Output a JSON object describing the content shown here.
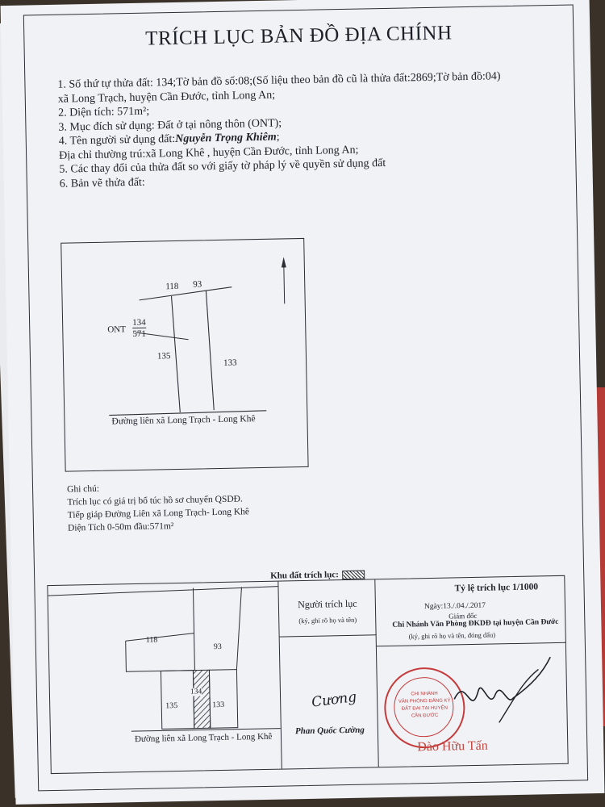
{
  "document": {
    "title": "TRÍCH LỤC BẢN ĐỒ ĐỊA CHÍNH",
    "line1": "1. Số thứ tự thửa đất: 134;Tờ bản đồ số:08;(Số liệu theo bản đồ cũ là thửa đất:2869;Tờ bản đồ:04)",
    "line1b": "xã Long Trạch, huyện Cần Đước, tỉnh Long An;",
    "line2": "2. Diện tích: 571m²;",
    "line3": "3. Mục đích sử dụng: Đất ở tại nông thôn (ONT);",
    "line4_prefix": "4. Tên người sử dụng đất:",
    "line4_name": "Nguyễn Trọng Khiêm",
    "line4_suffix": ";",
    "line4b": "Địa chỉ thường trú:xã Long Khê , huyện Cần Đước, tỉnh Long An;",
    "line5": "5. Các thay đổi của thửa đất so với giấy tờ pháp lý về quyền sử dụng đất",
    "line6": "6. Bản vẽ thửa đất:"
  },
  "parcel_map": {
    "label_118": "118",
    "label_93": "93",
    "label_ont": "ONT",
    "label_134": "134",
    "label_571": "571",
    "label_135": "135",
    "label_133": "133",
    "road": "Đường liên xã Long Trạch - Long Khê"
  },
  "notes": {
    "heading": "Ghi chú:",
    "n1": "Trích lục có giá trị bổ túc hồ sơ chuyển QSDĐ.",
    "n2": "Tiếp giáp Đường Liên xã Long Trạch- Long Khê",
    "n3": "Diện Tích 0-50m đầu:571m²"
  },
  "legend": {
    "khu_dat": "Khu đất trích lục:",
    "ty_le": "Tỷ lệ trích lục 1/1000"
  },
  "overview_map": {
    "label_118": "118",
    "label_93": "93",
    "label_134": "134",
    "label_135": "135",
    "label_133": "133",
    "road": "Đường liên xã Long Trạch - Long Khê"
  },
  "extractor": {
    "heading": "Người trích lục",
    "sub": "(ký, ghi rõ họ và tên)",
    "signature": "Cương",
    "name": "Phan Quốc Cường"
  },
  "director": {
    "date": "Ngày:13./.04./.2017",
    "title": "Giám đốc",
    "org": "Chi Nhánh Văn Phòng ĐKDĐ tại huyện Cần Đước",
    "sub": "(ký, ghi rõ họ và tên, đóng dấu)",
    "stamp_l1": "CHI NHÁNH",
    "stamp_l2": "VĂN PHÒNG ĐĂNG KÝ",
    "stamp_l3": "ĐẤT ĐAI TẠI HUYỆN",
    "stamp_l4": "CẦN ĐƯỚC",
    "name": "Đào Hữu Tấn"
  }
}
